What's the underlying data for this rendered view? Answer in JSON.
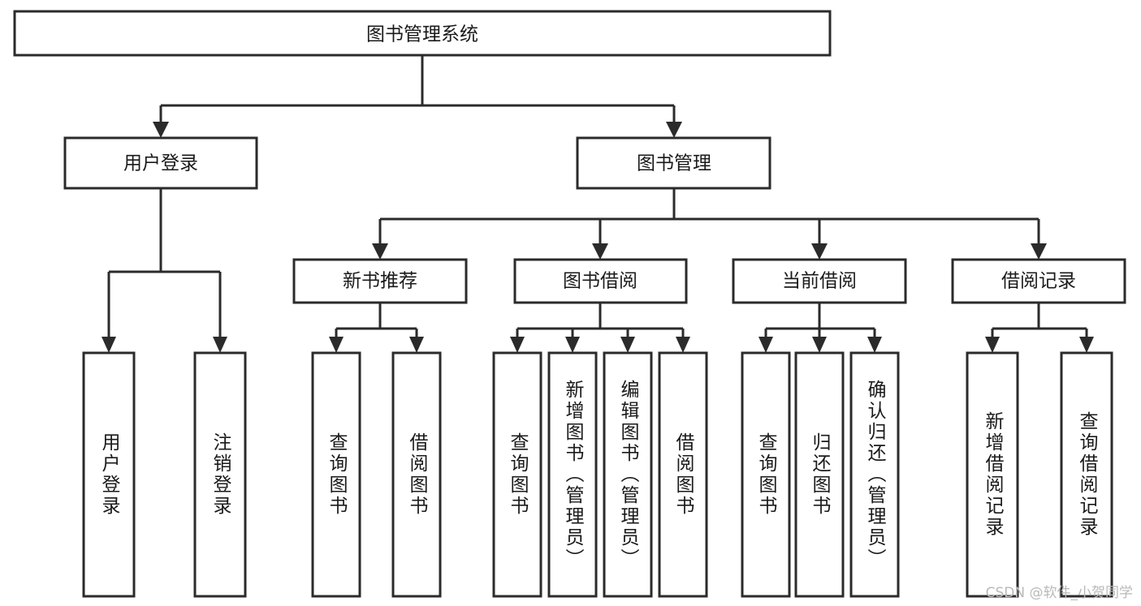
{
  "diagram": {
    "title": "图书管理系统",
    "type": "tree-hierarchy-chart",
    "colors": {
      "box_stroke": "#2b2b2b",
      "box_fill": "#ffffff",
      "text": "#1a1a1a",
      "watermark": "#b9b9b9",
      "background": "#ffffff"
    },
    "nodes": {
      "root": {
        "label": "图书管理系统"
      },
      "level2": [
        {
          "id": "user-login",
          "label": "用户登录"
        },
        {
          "id": "book-management",
          "label": "图书管理"
        }
      ],
      "level3": [
        {
          "id": "new-book-recommend",
          "label": "新书推荐"
        },
        {
          "id": "book-borrow",
          "label": "图书借阅"
        },
        {
          "id": "current-borrow",
          "label": "当前借阅"
        },
        {
          "id": "borrow-record",
          "label": "借阅记录"
        }
      ],
      "leaves": {
        "user-login": [
          {
            "id": "leaf-user-login",
            "label": "用户登录"
          },
          {
            "id": "leaf-logout",
            "label": "注销登录"
          }
        ],
        "new-book-recommend": [
          {
            "id": "leaf-query-book-1",
            "label": "查询图书"
          },
          {
            "id": "leaf-borrow-book-1",
            "label": "借阅图书"
          }
        ],
        "book-borrow": [
          {
            "id": "leaf-query-book-2",
            "label": "查询图书"
          },
          {
            "id": "leaf-add-book",
            "label": "新增图书（管理员）"
          },
          {
            "id": "leaf-edit-book",
            "label": "编辑图书（管理员）"
          },
          {
            "id": "leaf-borrow-book-2",
            "label": "借阅图书"
          }
        ],
        "current-borrow": [
          {
            "id": "leaf-query-book-3",
            "label": "查询图书"
          },
          {
            "id": "leaf-return-book",
            "label": "归还图书"
          },
          {
            "id": "leaf-confirm-return",
            "label": "确认归还（管理员）"
          }
        ],
        "borrow-record": [
          {
            "id": "leaf-add-record",
            "label": "新增借阅记录"
          },
          {
            "id": "leaf-query-record",
            "label": "查询借阅记录"
          }
        ]
      }
    },
    "watermark": "CSDN @软件_小贺同学"
  }
}
